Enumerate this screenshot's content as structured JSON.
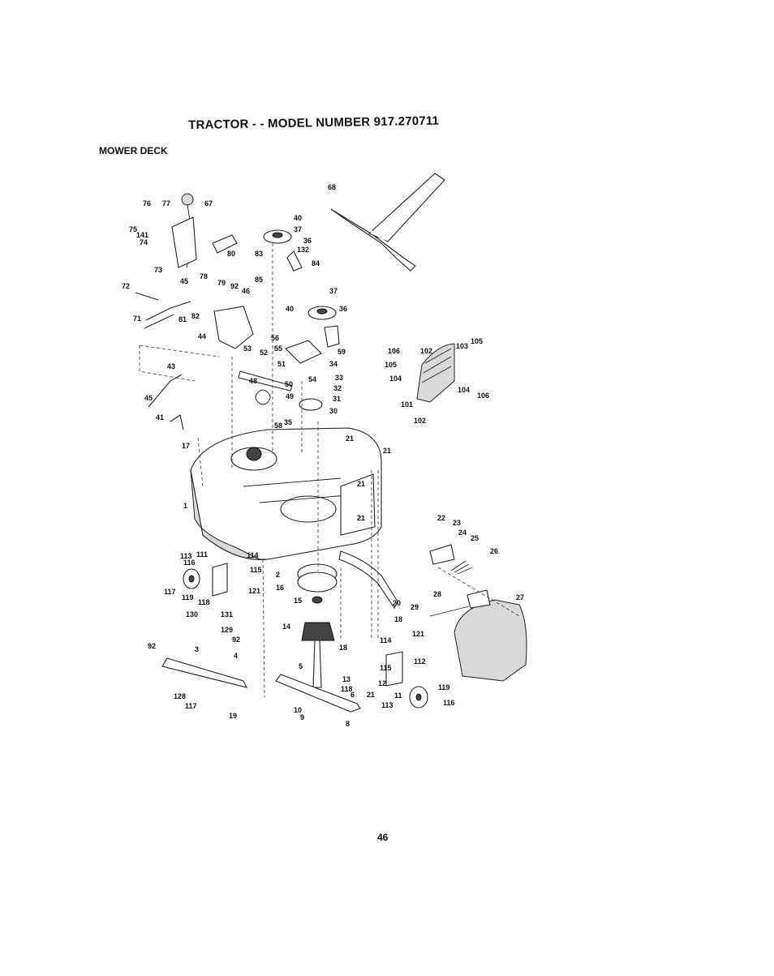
{
  "header": {
    "title": "TRACTOR - - MODEL NUMBER 917.270711",
    "section": "MOWER DECK"
  },
  "footer": {
    "page_number": "46"
  },
  "diagram": {
    "part_labels": [
      "76",
      "77",
      "67",
      "75",
      "141",
      "74",
      "80",
      "73",
      "78",
      "45",
      "79",
      "92",
      "72",
      "81",
      "82",
      "71",
      "40",
      "37",
      "36",
      "83",
      "132",
      "84",
      "85",
      "46",
      "44",
      "68",
      "40",
      "37",
      "36",
      "56",
      "55",
      "59",
      "53",
      "52",
      "51",
      "34",
      "48",
      "54",
      "33",
      "32",
      "49",
      "50",
      "31",
      "58",
      "35",
      "30",
      "43",
      "45",
      "41",
      "17",
      "21",
      "21",
      "106",
      "102",
      "103",
      "105",
      "105",
      "104",
      "104",
      "106",
      "101",
      "102",
      "1",
      "2",
      "21",
      "21",
      "22",
      "23",
      "24",
      "25",
      "26",
      "113",
      "111",
      "114",
      "116",
      "115",
      "117",
      "119",
      "121",
      "118",
      "16",
      "15",
      "20",
      "28",
      "27",
      "29",
      "130",
      "131",
      "18",
      "14",
      "129",
      "92",
      "121",
      "114",
      "92",
      "3",
      "4",
      "18",
      "115",
      "112",
      "5",
      "13",
      "12",
      "118",
      "128",
      "6",
      "11",
      "119",
      "117",
      "19",
      "21",
      "10",
      "9",
      "8",
      "113",
      "116"
    ]
  }
}
